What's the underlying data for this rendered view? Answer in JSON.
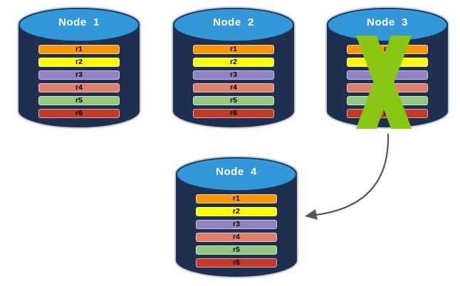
{
  "diagram": {
    "nodes": [
      {
        "label": "Node  1",
        "status": "active"
      },
      {
        "label": "Node  2",
        "status": "active"
      },
      {
        "label": "Node  3",
        "status": "failed"
      },
      {
        "label": "Node  4",
        "status": "active"
      }
    ],
    "rows": [
      {
        "label": "r1",
        "color": "#F79708"
      },
      {
        "label": "r2",
        "color": "#FDFB02"
      },
      {
        "label": "r3",
        "color": "#8F83C4"
      },
      {
        "label": "r4",
        "color": "#DE7E6B"
      },
      {
        "label": "r5",
        "color": "#92C87F"
      },
      {
        "label": "r6",
        "color": "#C23A28"
      }
    ],
    "colors": {
      "cylinder_body": "#1F2F4F",
      "cylinder_top": "#3398D8",
      "cylinder_outline": "#C6CDD6",
      "failure_x": "#8AC714",
      "arrow": "#595959",
      "title_text": "#FFFFFF",
      "row_text": "#000000"
    },
    "icons": {
      "failure": "x-mark-icon",
      "transfer": "curved-arrow-icon"
    }
  }
}
